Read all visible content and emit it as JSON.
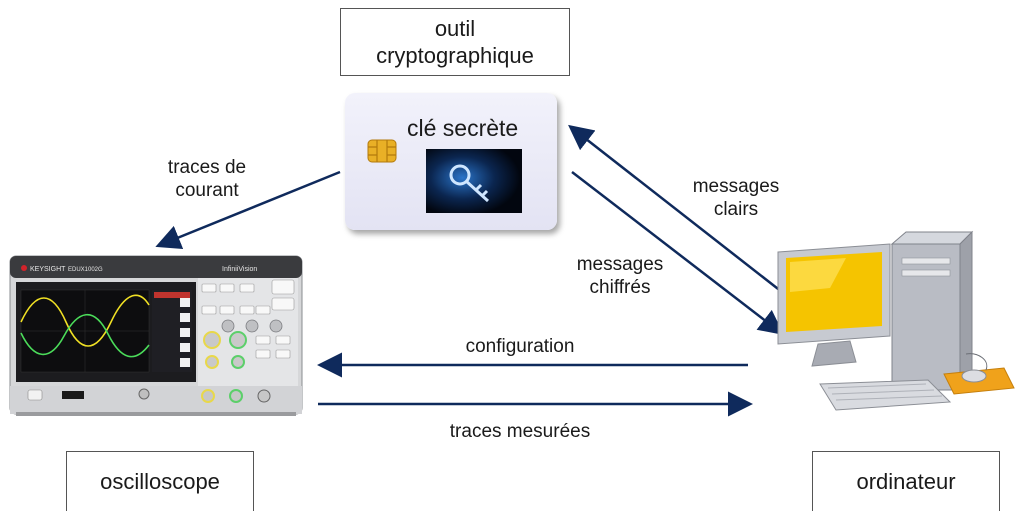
{
  "title": "outil cryptographique",
  "card": {
    "label": "clé secrète"
  },
  "labels": {
    "traces_courant": "traces de\ncourant",
    "messages_clairs": "messages\nclairs",
    "messages_chiffres": "messages\nchiffrés",
    "configuration": "configuration",
    "traces_mesurees": "traces mesurées"
  },
  "devices": {
    "oscilloscope": "oscilloscope",
    "ordinateur": "ordinateur",
    "osc_brand": "KEYSIGHT",
    "osc_model": "EDUX1002G",
    "osc_series": "InfiniiVision"
  },
  "colors": {
    "arrow": "#0f2a5c",
    "card": "#ececf8",
    "screen": "#f5c400"
  }
}
